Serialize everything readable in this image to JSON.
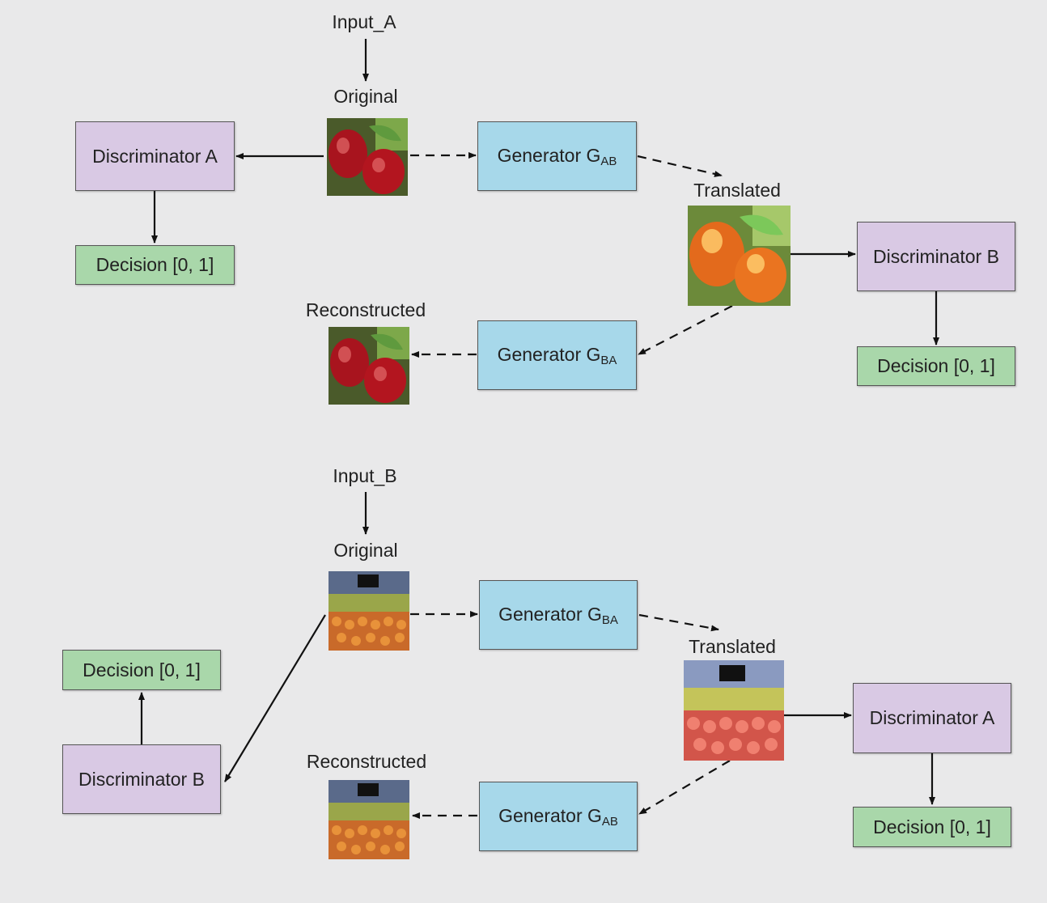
{
  "colors": {
    "background": "#e9e9ea",
    "discriminator": "#d9c9e4",
    "generator": "#a7d8ea",
    "decision": "#a9d7aa"
  },
  "top": {
    "input": "Input_A",
    "original": "Original",
    "discriminator_a": "Discriminator A",
    "decision_a": "Decision [0, 1]",
    "generator_ab": {
      "text": "Generator G",
      "sub": "AB"
    },
    "translated": "Translated",
    "discriminator_b": "Discriminator B",
    "decision_b": "Decision [0, 1]",
    "reconstructed": "Reconstructed",
    "generator_ba": {
      "text": "Generator G",
      "sub": "BA"
    }
  },
  "bottom": {
    "input": "Input_B",
    "original": "Original",
    "generator_ba": {
      "text": "Generator G",
      "sub": "BA"
    },
    "translated": "Translated",
    "decision_b": "Decision [0, 1]",
    "discriminator_b": "Discriminator B",
    "discriminator_a": "Discriminator A",
    "decision_a": "Decision [0, 1]",
    "reconstructed": "Reconstructed",
    "generator_ab": {
      "text": "Generator G",
      "sub": "AB"
    }
  },
  "images": {
    "apples_original": "apples-image",
    "apples_translated": "oranges-image",
    "apples_reconstructed": "apples-image",
    "market_original": "market-oranges-image",
    "market_translated": "market-apples-image",
    "market_reconstructed": "market-oranges-image"
  }
}
